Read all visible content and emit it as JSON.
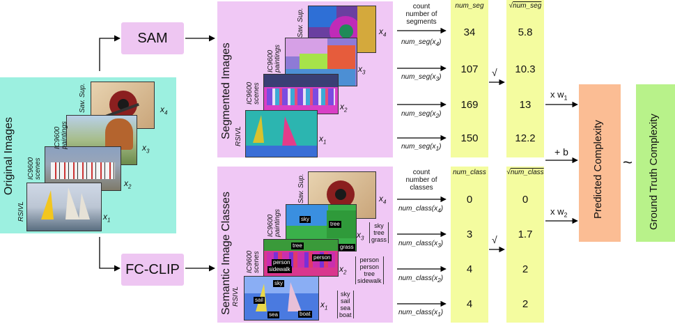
{
  "original": {
    "title": "Original Images",
    "labels": {
      "x4": "x",
      "x4s": "4",
      "x3": "x",
      "x3s": "3",
      "x2": "x",
      "x2s": "2",
      "x1": "x",
      "x1s": "1"
    },
    "datasets": {
      "sav": "Sav. Sup.",
      "ic_paint": "IC9600 paintings",
      "ic_scene": "IC9600 scenes",
      "rsivl": "RSIVL"
    }
  },
  "sam": {
    "label": "SAM"
  },
  "fcclip": {
    "label": "FC-CLIP"
  },
  "segmented": {
    "title": "Segmented Images"
  },
  "semantic": {
    "title": "Semantic Image Classes",
    "tags": {
      "sky1": "sky",
      "tree1": "tree",
      "grass": "grass",
      "tree2": "tree",
      "person1": "person",
      "person2": "person",
      "sidewalk": "sidewalk",
      "sky2": "sky",
      "sail": "sail",
      "sea": "sea",
      "boat": "boat"
    },
    "classes": {
      "x3": [
        "sky",
        "tree",
        "grass"
      ],
      "x2": [
        "person",
        "person",
        "tree",
        "sidewalk"
      ],
      "x1": [
        "sky",
        "sail",
        "sea",
        "boat"
      ]
    }
  },
  "seg_counts": {
    "caption": "count number of segments",
    "arrow_x4": "num_seg(x",
    "arrow_x3": "num_seg(x",
    "arrow_x2": "num_seg(x",
    "arrow_x1": "num_seg(x",
    "header": "num_seg",
    "values": [
      "34",
      "107",
      "169",
      "150"
    ],
    "sqrt_header": "num_seg",
    "sqrt_values": [
      "5.8",
      "10.3",
      "13",
      "12.2"
    ]
  },
  "class_counts": {
    "caption": "count number of classes",
    "arrow": "num_class(x",
    "header": "num_class",
    "values": [
      "0",
      "3",
      "4",
      "4"
    ],
    "sqrt_header": "num_class",
    "sqrt_values": [
      "0",
      "1.7",
      "2",
      "2"
    ]
  },
  "ops": {
    "w1": "x  w",
    "w1s": "1",
    "b": "+ b",
    "w2": "x  w",
    "w2s": "2",
    "sqrt": "√",
    "tilde": "~"
  },
  "predicted": {
    "label": "Predicted Complexity"
  },
  "ground_truth": {
    "label": "Ground Truth Complexity"
  }
}
